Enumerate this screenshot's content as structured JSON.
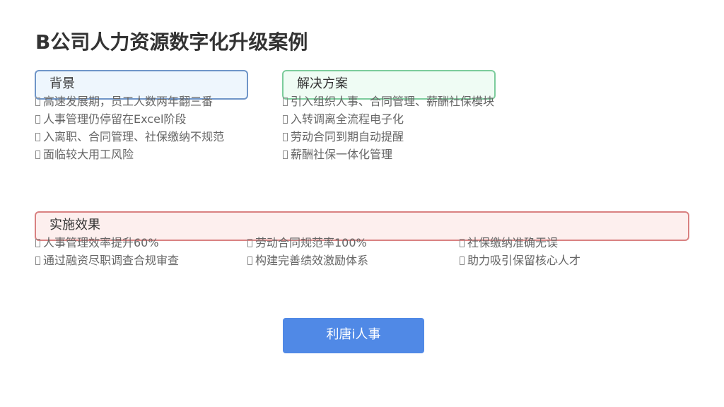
{
  "page": {
    "title": "B公司人力资源数字化升级案例"
  },
  "sections": {
    "background": {
      "label": "背景",
      "color_bg": "#eef6fd",
      "color_border": "#6f95c8",
      "items": [
        "高速发展期，员工人数两年翻三番",
        "人事管理仍停留在Excel阶段",
        "入离职、合同管理、社保缴纳不规范",
        "面临较大用工风险"
      ]
    },
    "solution": {
      "label": "解决方案",
      "color_bg": "#effcf4",
      "color_border": "#7ccc9c",
      "items": [
        "引入组织人事、合同管理、薪酬社保模块",
        "入转调离全流程电子化",
        "劳动合同到期自动提醒",
        "薪酬社保一体化管理"
      ]
    },
    "results": {
      "label": "实施效果",
      "color_bg": "#fdefee",
      "color_border": "#d98181",
      "columns": [
        [
          "人事管理效率提升60%",
          "通过融资尽职调查合规审查"
        ],
        [
          "劳动合同规范率100%",
          "构建完善绩效激励体系"
        ],
        [
          "社保缴纳准确无误",
          "助力吸引保留核心人才"
        ]
      ]
    }
  },
  "cta": {
    "label": "利唐i人事",
    "color": "#5089e6"
  }
}
